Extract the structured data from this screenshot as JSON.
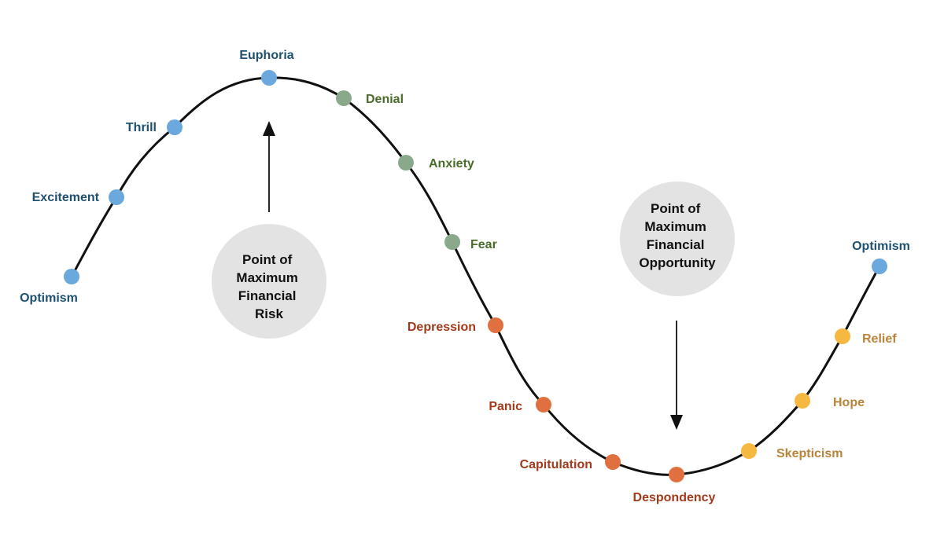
{
  "colors": {
    "optimism_phase": "#6aa8dd",
    "denial_phase": "#8aa98a",
    "panic_phase": "#e07040",
    "hope_phase": "#f5b942",
    "label_blue": "#1f5070",
    "label_green": "#4a6c2a",
    "label_red": "#a23a1c",
    "label_gold": "#b9843a",
    "curve": "#111111",
    "callout_fill": "#e3e3e3"
  },
  "stages": [
    {
      "label": "Optimism",
      "phase": "blue"
    },
    {
      "label": "Excitement",
      "phase": "blue"
    },
    {
      "label": "Thrill",
      "phase": "blue"
    },
    {
      "label": "Euphoria",
      "phase": "blue"
    },
    {
      "label": "Denial",
      "phase": "green"
    },
    {
      "label": "Anxiety",
      "phase": "green"
    },
    {
      "label": "Fear",
      "phase": "green"
    },
    {
      "label": "Depression",
      "phase": "red"
    },
    {
      "label": "Panic",
      "phase": "red"
    },
    {
      "label": "Capitulation",
      "phase": "red"
    },
    {
      "label": "Despondency",
      "phase": "red"
    },
    {
      "label": "Skepticism",
      "phase": "gold"
    },
    {
      "label": "Hope",
      "phase": "gold"
    },
    {
      "label": "Relief",
      "phase": "gold"
    },
    {
      "label": "Optimism",
      "phase": "blue"
    }
  ],
  "callouts": {
    "risk": {
      "lines": [
        "Point of",
        "Maximum",
        "Financial",
        "Risk"
      ]
    },
    "opportunity": {
      "lines": [
        "Point of",
        "Maximum",
        "Financial",
        "Opportunity"
      ]
    }
  }
}
